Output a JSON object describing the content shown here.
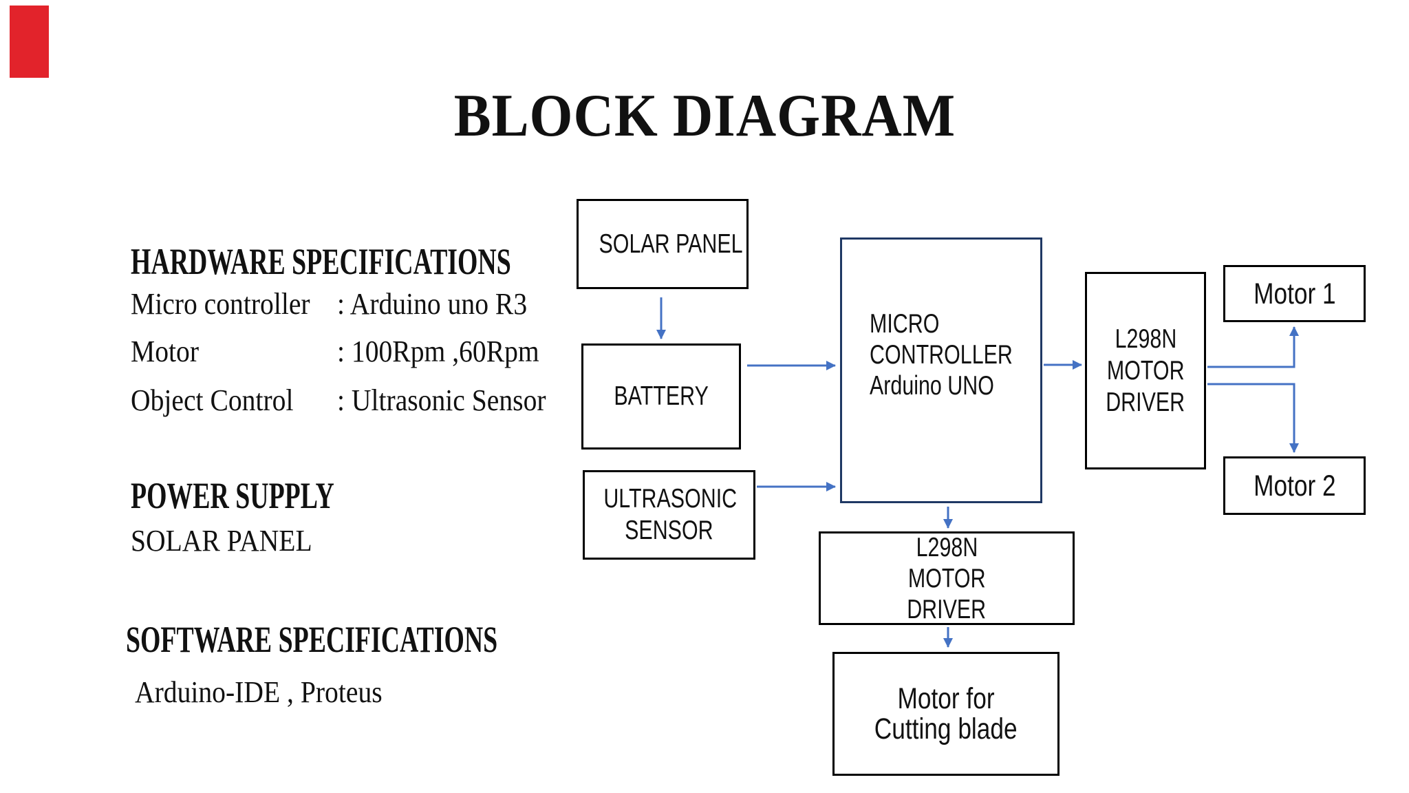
{
  "page": {
    "title": "BLOCK DIAGRAM",
    "background_color": "#ffffff",
    "arrow_color": "#4472C4",
    "box_border_color": "#000000",
    "microcontroller_border_color": "#1f3864",
    "red_marker_color": "#e2232b"
  },
  "specs": {
    "hardware_heading": "HARDWARE SPECIFICATIONS",
    "rows": [
      {
        "label": "Micro controller",
        "value": ": Arduino uno R3"
      },
      {
        "label": "Motor",
        "value": ": 100Rpm ,60Rpm"
      },
      {
        "label": "Object Control",
        "value": ": Ultrasonic Sensor"
      }
    ],
    "power_heading": "POWER SUPPLY",
    "power_value": "SOLAR PANEL",
    "software_heading": "SOFTWARE SPECIFICATIONS",
    "software_value": "Arduino-IDE , Proteus"
  },
  "blocks": {
    "solar": {
      "label": "SOLAR PANEL"
    },
    "battery": {
      "label": "BATTERY"
    },
    "ultrasonic": {
      "lines": [
        "ULTRASONIC",
        "SENSOR"
      ]
    },
    "micro": {
      "lines": [
        "MICRO",
        "CONTROLLER",
        "Arduino UNO"
      ]
    },
    "driver_right": {
      "lines": [
        "L298N",
        "MOTOR",
        "DRIVER"
      ]
    },
    "motor1": {
      "label": "Motor 1"
    },
    "motor2": {
      "label": "Motor 2"
    },
    "driver_bottom": {
      "lines": [
        "L298N",
        "MOTOR",
        "DRIVER"
      ]
    },
    "cutting": {
      "lines": [
        "Motor for",
        "Cutting blade"
      ]
    }
  }
}
